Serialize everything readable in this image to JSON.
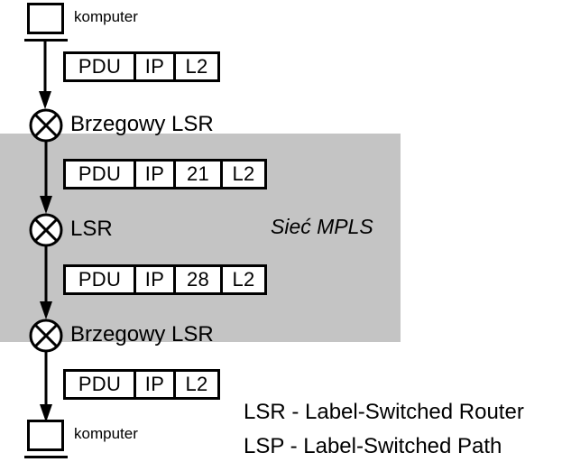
{
  "diagram": {
    "title_label": "Sieć MPLS",
    "background_color": "#ffffff",
    "cloud_color": "#c4c4c4",
    "line_color": "#000000"
  },
  "nodes": {
    "computer_top": {
      "label": "komputer"
    },
    "computer_bottom": {
      "label": "komputer"
    },
    "router_1": {
      "label": "Brzegowy LSR"
    },
    "router_2": {
      "label": "LSR"
    },
    "router_3": {
      "label": "Brzegowy LSR"
    }
  },
  "frames": [
    {
      "cells": [
        "PDU",
        "IP",
        "L2"
      ]
    },
    {
      "cells": [
        "PDU",
        "IP",
        "21",
        "L2"
      ]
    },
    {
      "cells": [
        "PDU",
        "IP",
        "28",
        "L2"
      ]
    },
    {
      "cells": [
        "PDU",
        "IP",
        "L2"
      ]
    }
  ],
  "legend": [
    {
      "text": "LSR - Label-Switched Router"
    },
    {
      "text": "LSP - Label-Switched Path"
    }
  ]
}
